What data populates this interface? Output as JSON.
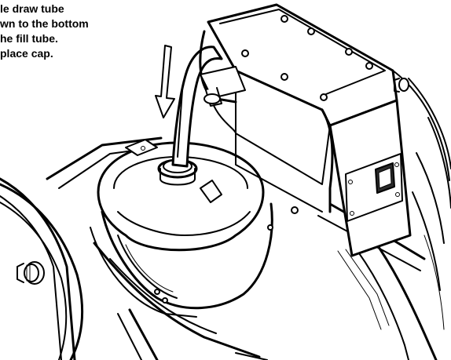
{
  "instruction": {
    "lines": [
      "le draw tube",
      "wn to the bottom",
      "he fill tube.",
      "place cap."
    ]
  },
  "colors": {
    "line_art": "#000000",
    "background": "#ffffff"
  },
  "icons": {
    "direction_arrow": "down-arrow-icon"
  }
}
